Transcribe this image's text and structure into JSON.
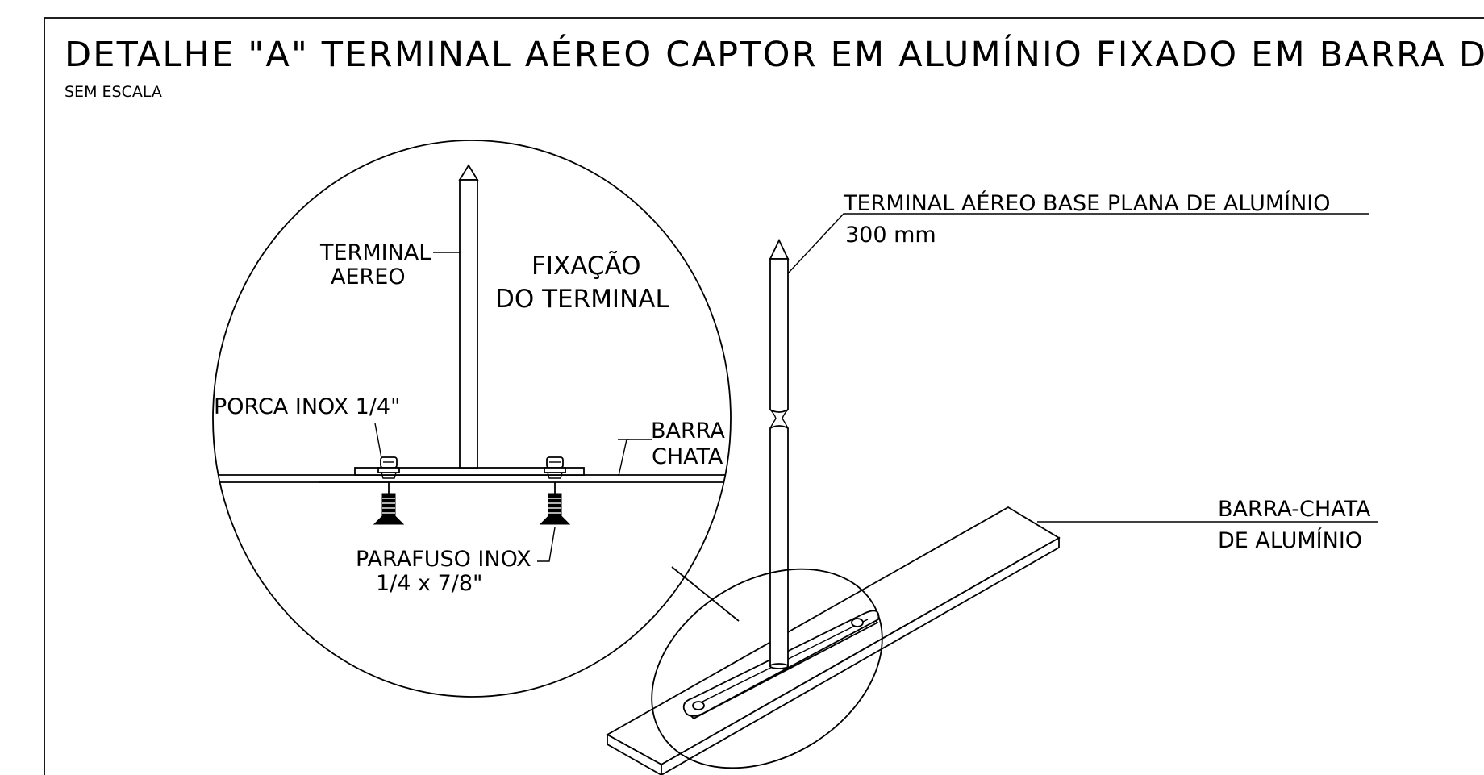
{
  "title": "DETALHE \"A\" TERMINAL AÉREO CAPTOR EM ALUMÍNIO FIXADO EM BARRA DE ALUMÍNIO",
  "subtitle": "SEM ESCALA",
  "detail": {
    "terminal_label_line1": "TERMINAL",
    "terminal_label_line2": "AEREO",
    "fixing_label_line1": "FIXAÇÃO",
    "fixing_label_line2": "DO TERMINAL",
    "nut_label": "PORCA INOX 1/4\"",
    "bar_label_line1": "BARRA",
    "bar_label_line2": "CHATA",
    "screw_label_line1": "PARAFUSO INOX",
    "screw_label_line2": "1/4 x 7/8\""
  },
  "main": {
    "terminal_label_line1": "TERMINAL AÉREO BASE PLANA DE ALUMÍNIO",
    "terminal_label_line2": "300 mm",
    "bar_label_line1": "BARRA-CHATA",
    "bar_label_line2": "DE ALUMÍNIO"
  }
}
